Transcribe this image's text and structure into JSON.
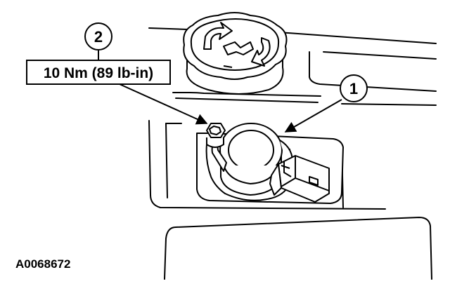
{
  "diagram": {
    "callouts": [
      {
        "id": "1",
        "label": "1"
      },
      {
        "id": "2",
        "label": "2"
      }
    ],
    "torque_spec": "10 Nm (89 lb-in)",
    "figure_id": "A0068672",
    "colors": {
      "ink": "#000000",
      "paper": "#ffffff"
    }
  }
}
